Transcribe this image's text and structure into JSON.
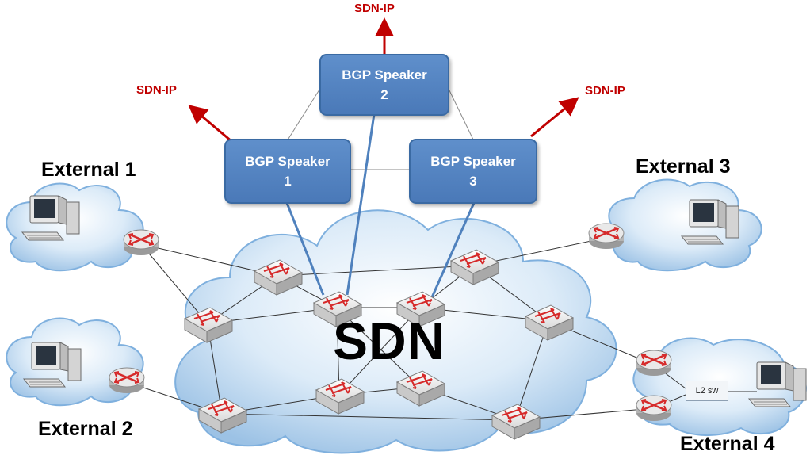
{
  "sdn_label": "SDN",
  "bgp_speakers": [
    {
      "line1": "BGP Speaker",
      "line2": "2"
    },
    {
      "line1": "BGP Speaker",
      "line2": "1"
    },
    {
      "line1": "BGP Speaker",
      "line2": "3"
    }
  ],
  "sdn_ip_labels": [
    "SDN-IP",
    "SDN-IP",
    "SDN-IP"
  ],
  "externals": [
    "External 1",
    "External 2",
    "External 3",
    "External 4"
  ],
  "l2_switch": "L2 sw",
  "colors": {
    "arrow": "#c00000",
    "bgp_box": "#4f81bd",
    "cloud": "#cfe3f4",
    "router": "#d94040"
  }
}
